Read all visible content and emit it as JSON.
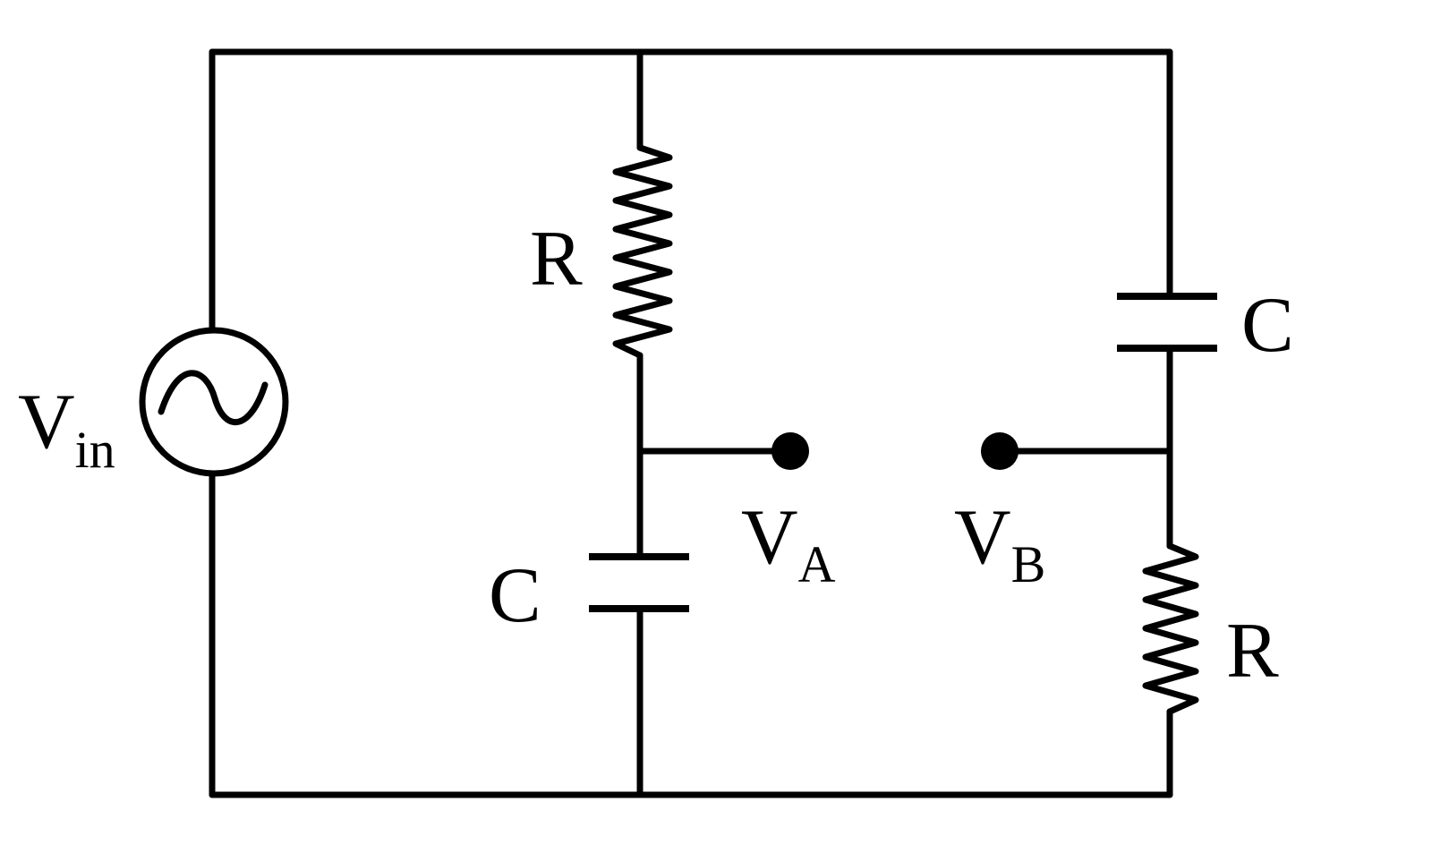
{
  "diagram": {
    "labels": {
      "source_main": "V",
      "source_sub": "in",
      "left_resistor": "R",
      "left_capacitor": "C",
      "right_capacitor": "C",
      "right_resistor": "R",
      "node_a_main": "V",
      "node_a_sub": "A",
      "node_b_main": "V",
      "node_b_sub": "B"
    },
    "colors": {
      "line": "#000000",
      "background": "#ffffff"
    }
  }
}
